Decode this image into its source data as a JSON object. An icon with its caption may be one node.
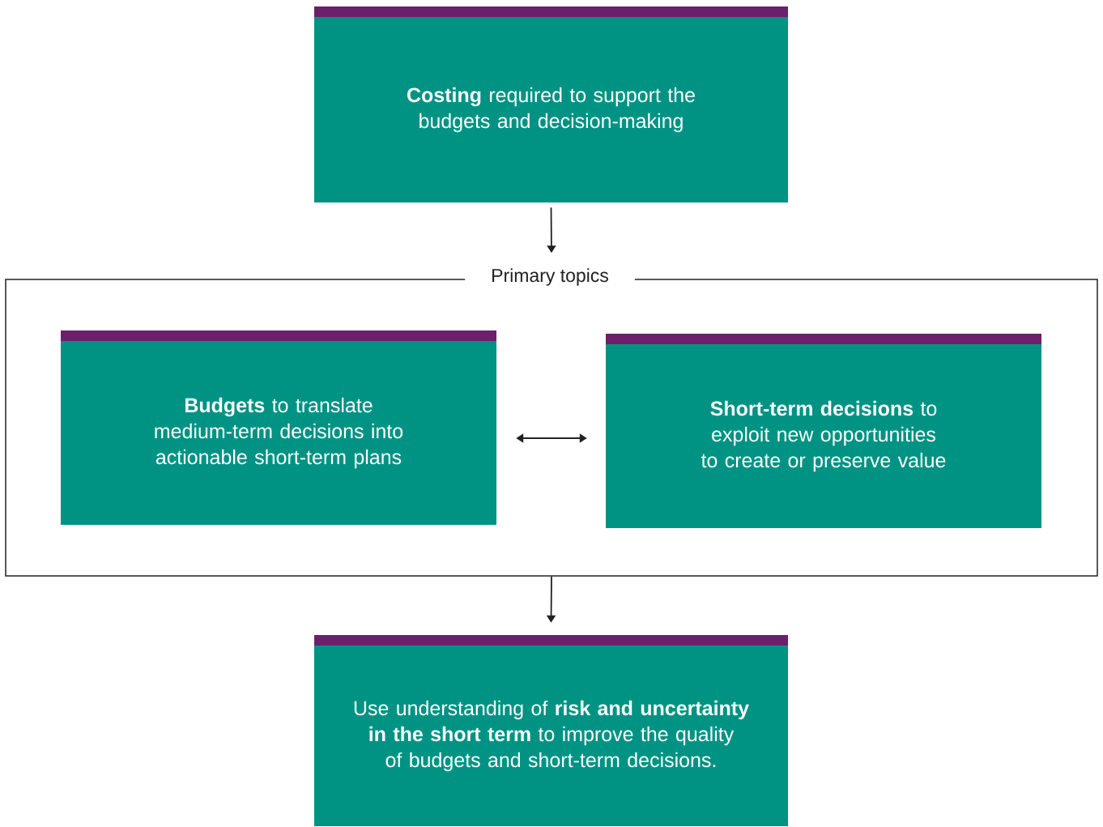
{
  "diagram": {
    "nodes": [
      {
        "text": [
          "**Costing** required to support the budgets and decision-making"
        ]
      },
      {
        "text": [
          "Primary topics"
        ]
      },
      {
        "text": [
          "**Budgets** to translate medium-term decisions into actionable short-term plans"
        ],
        "in": 1
      },
      {
        "text": [
          "**Short-term decisions** to exploit new opportunities to create or preserve value"
        ],
        "in": 1
      },
      {
        "text": [
          "Use understanding of **risk and uncertainty in the short term** to improve the quality of budgets and short-term decisions."
        ]
      }
    ],
    "edges": [
      {
        "from": 0,
        "to": 1,
        "arrow": "to"
      },
      {
        "from": 2,
        "to": 3,
        "arrow": "both"
      },
      {
        "from": 1,
        "to": 4,
        "arrow": "to"
      }
    ]
  }
}
